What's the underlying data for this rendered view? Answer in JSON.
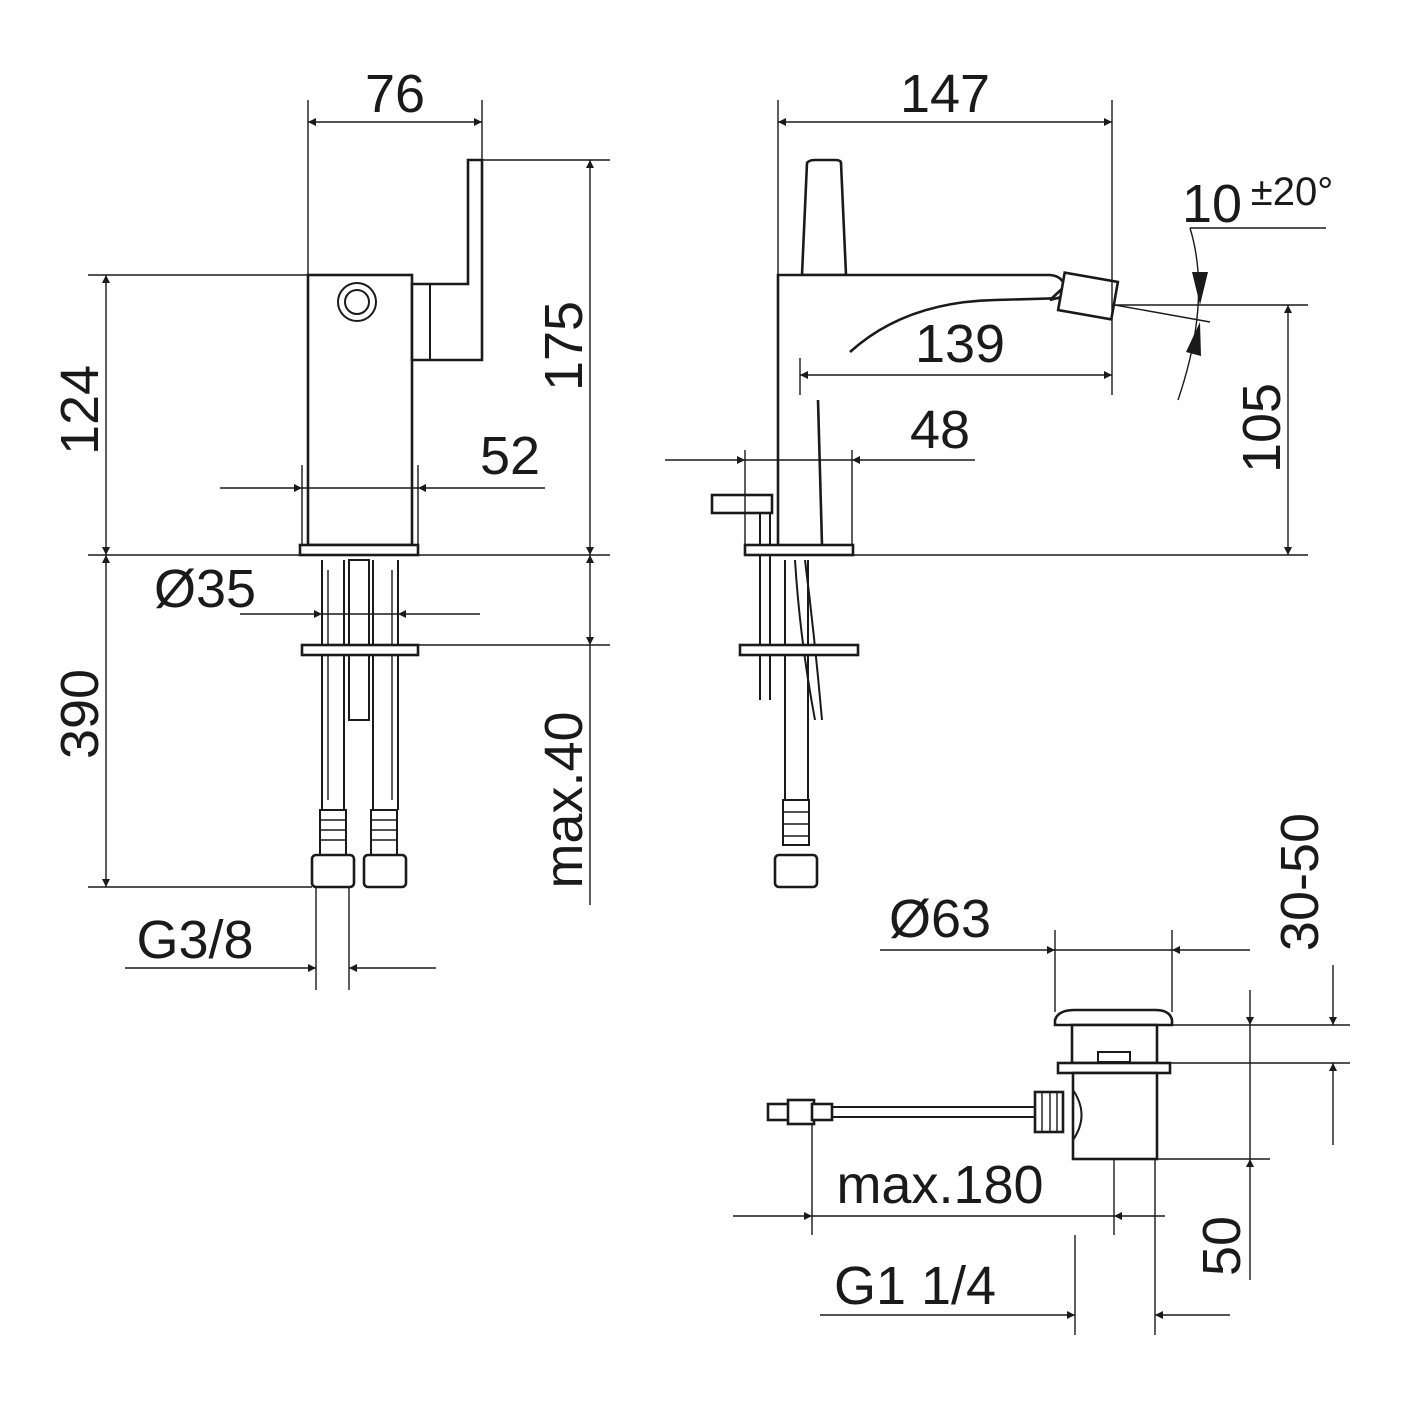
{
  "dimensions": {
    "front_width": "76",
    "front_height": "124",
    "lever_height": "175",
    "spout_diameter": "52",
    "hole_diameter": "Ø35",
    "hose_length": "390",
    "max_thickness": "max.40",
    "connection_thread": "G3/8",
    "side_width": "147",
    "spout_reach": "139",
    "lever_offset": "48",
    "outlet_height": "105",
    "swivel_angle": "10",
    "swivel_tolerance": "±20°",
    "drain_diameter": "Ø63",
    "drain_range": "30-50",
    "rod_length": "max.180",
    "drain_thread": "G1 1/4",
    "drain_depth": "50"
  },
  "colors": {
    "line": "#1a1a1a",
    "background": "#ffffff"
  }
}
